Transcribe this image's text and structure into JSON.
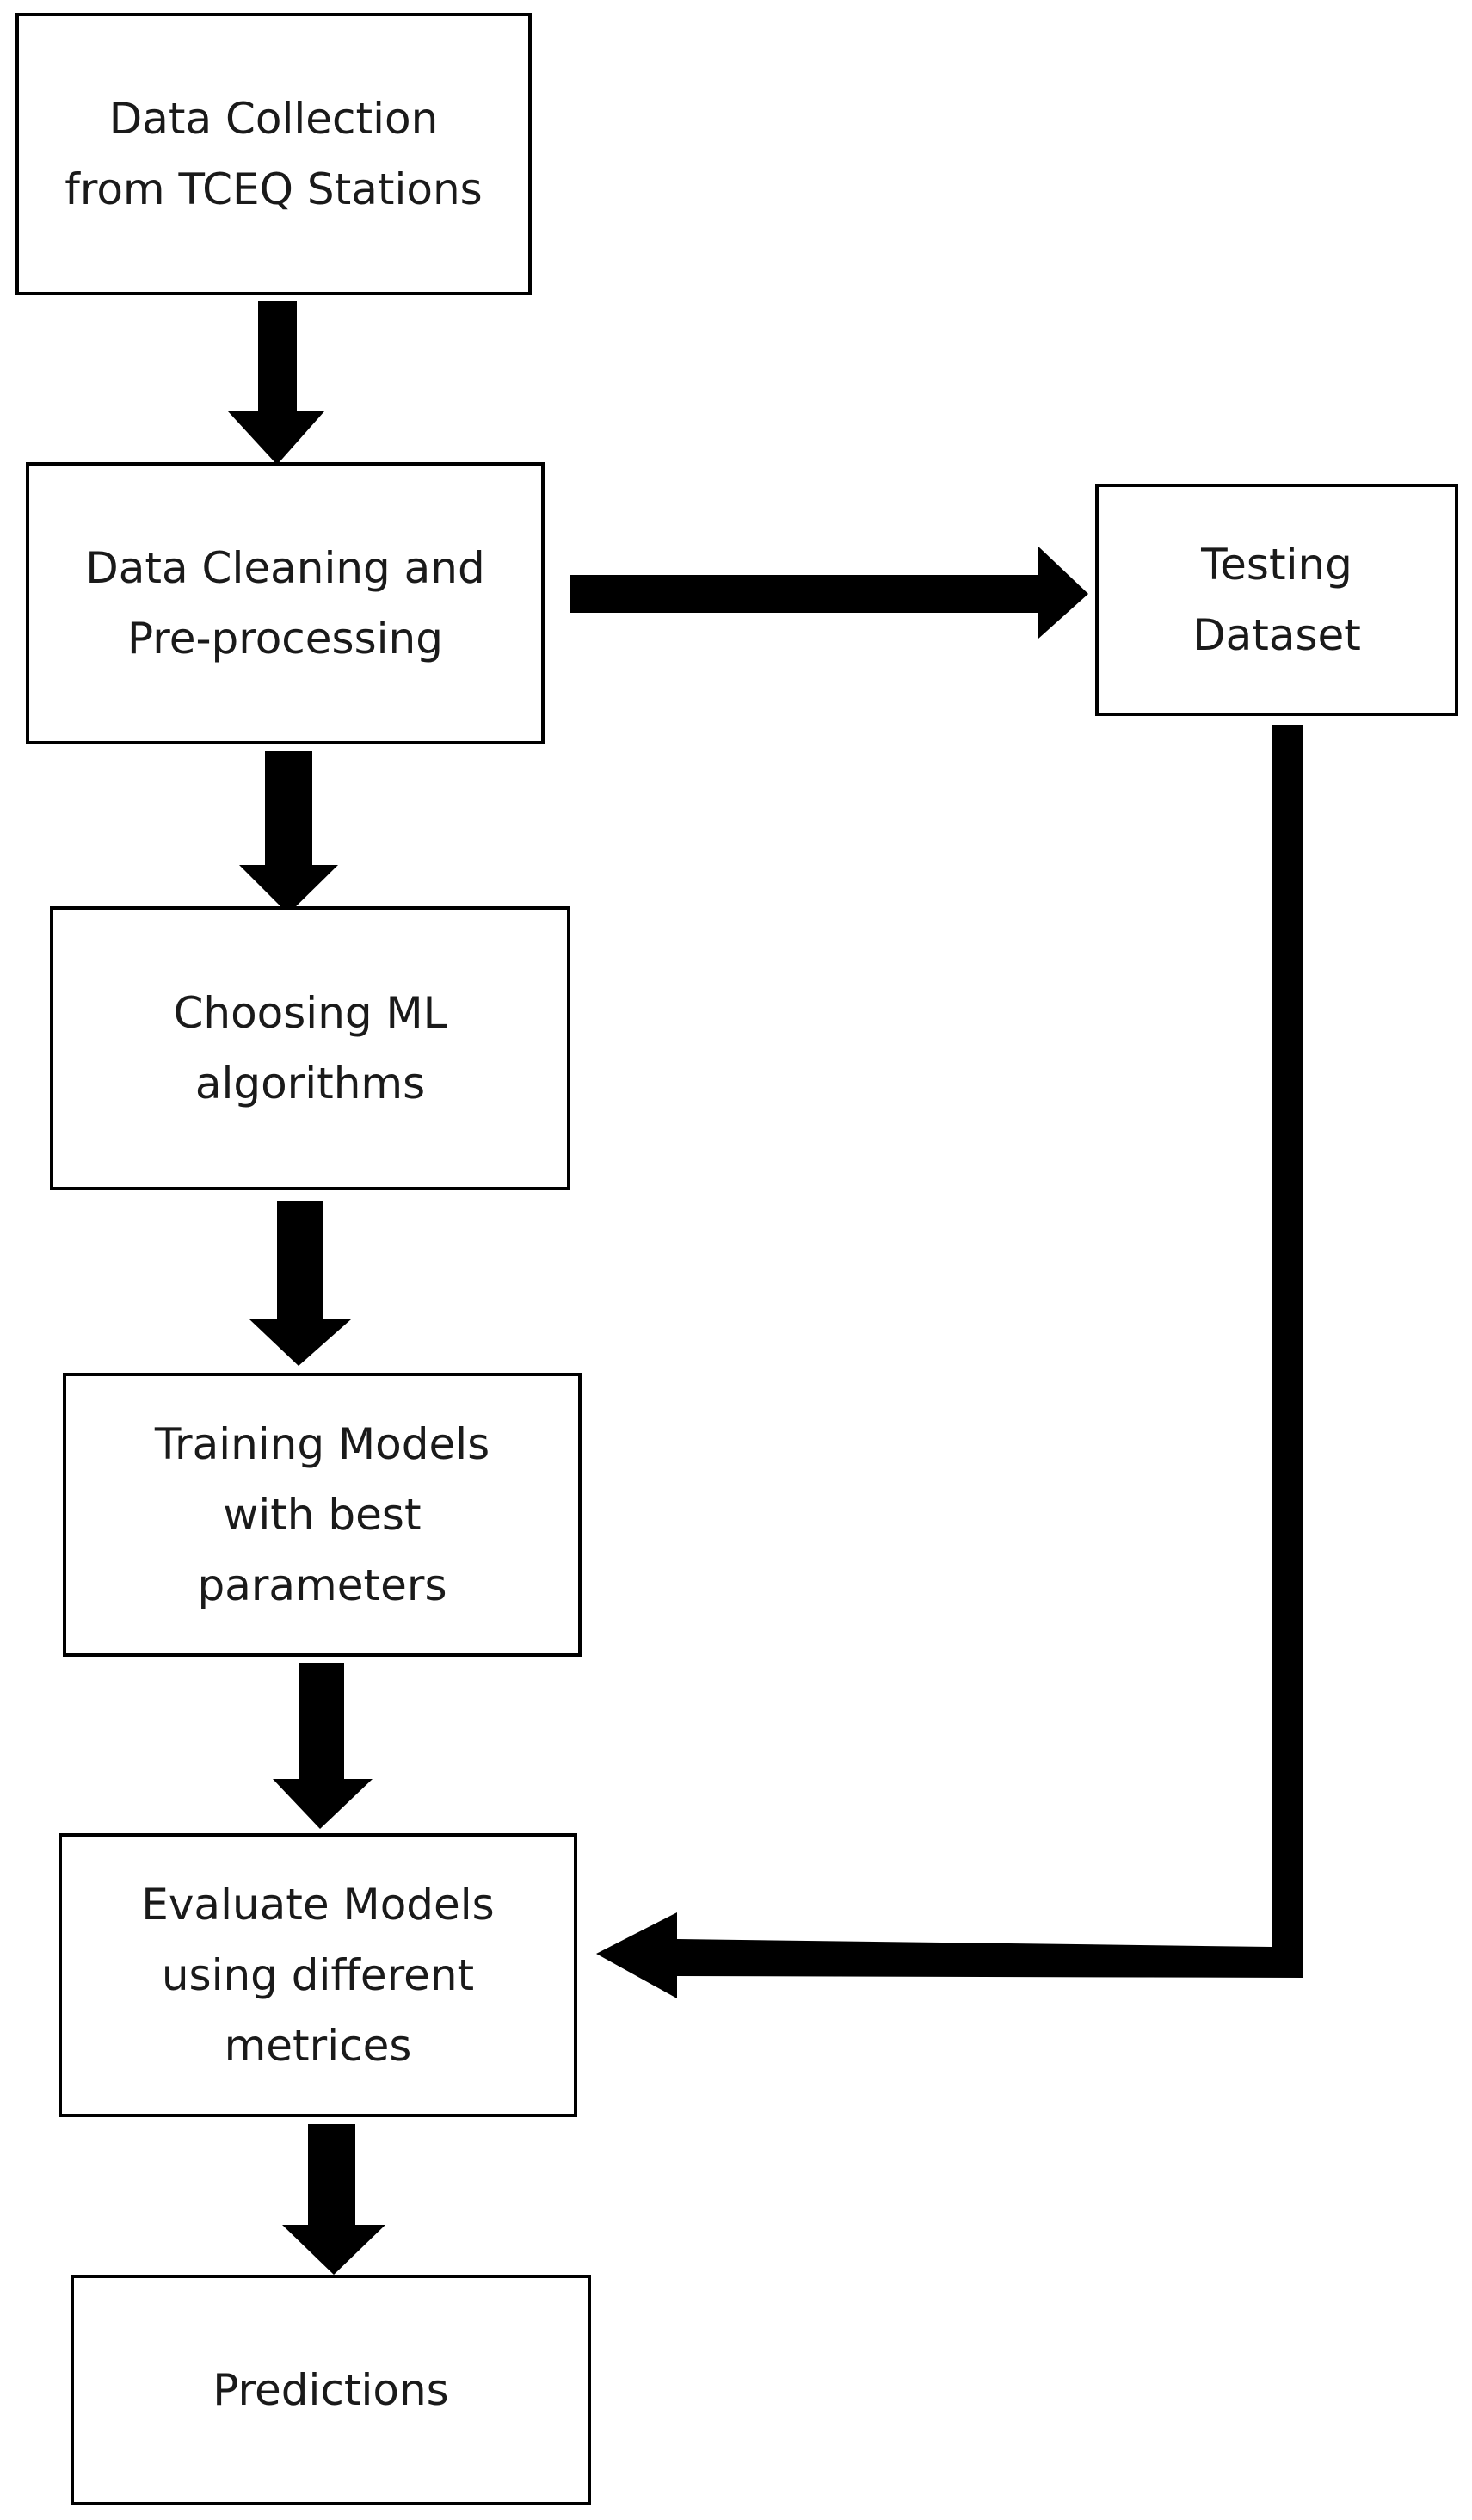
{
  "colors": {
    "stroke": "#000000",
    "arrow": "#000000",
    "text": "#1a1a1a",
    "background": "#ffffff"
  },
  "nodes": {
    "data_collection": "Data Collection\nfrom TCEQ Stations",
    "data_cleaning": "Data Cleaning and\nPre-processing",
    "testing_dataset": "Testing\nDataset",
    "choosing_ml": "Choosing ML\nalgorithms",
    "training_models": "Training Models\nwith best\nparameters",
    "evaluate_models": "Evaluate Models\nusing different\nmetrices",
    "predictions": "Predictions"
  },
  "edges": [
    {
      "from": "data_collection",
      "to": "data_cleaning"
    },
    {
      "from": "data_cleaning",
      "to": "testing_dataset"
    },
    {
      "from": "data_cleaning",
      "to": "choosing_ml"
    },
    {
      "from": "choosing_ml",
      "to": "training_models"
    },
    {
      "from": "training_models",
      "to": "evaluate_models"
    },
    {
      "from": "testing_dataset",
      "to": "evaluate_models"
    },
    {
      "from": "evaluate_models",
      "to": "predictions"
    }
  ]
}
